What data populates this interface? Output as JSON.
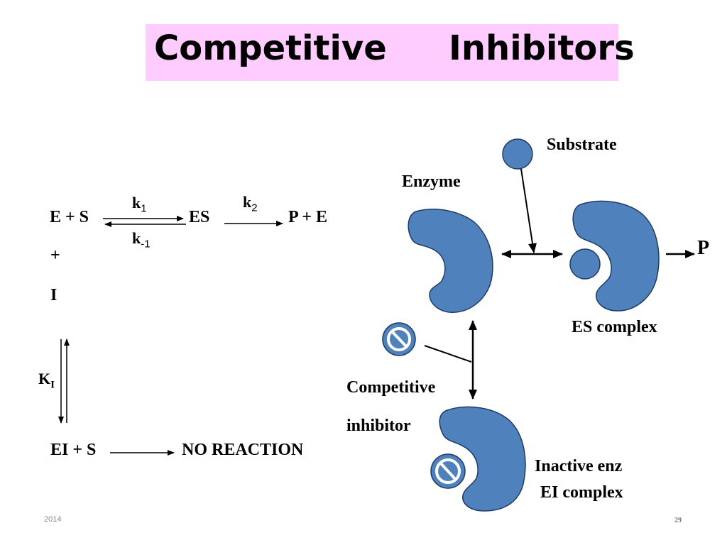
{
  "title": {
    "word1": "Competitive",
    "word2": "Inhibitors"
  },
  "reaction": {
    "e_plus_s": "E + S",
    "k1": "k",
    "k1_sub": "1",
    "k_minus1": "k",
    "k_minus1_sub": "-1",
    "es": "ES",
    "k2": "k",
    "k2_sub": "2",
    "p_plus_e": "P + E",
    "plus": "+",
    "inhibitor": "I",
    "ki": "K",
    "ki_sub": "I",
    "ei_plus_s": "EI + S",
    "no_reaction": "NO REACTION"
  },
  "diagram": {
    "substrate": "Substrate",
    "enzyme": "Enzyme",
    "product": "P",
    "es_complex": "ES complex",
    "competitive": "Competitive",
    "inhibitor": "inhibitor",
    "inactive_enz": "Inactive enz",
    "ei_complex": "EI complex"
  },
  "footer": {
    "year": "2014",
    "page": "29"
  },
  "colors": {
    "shape_fill": "#4f81bd",
    "shape_stroke": "#1f3a64",
    "title_bg": "#ffccff"
  }
}
